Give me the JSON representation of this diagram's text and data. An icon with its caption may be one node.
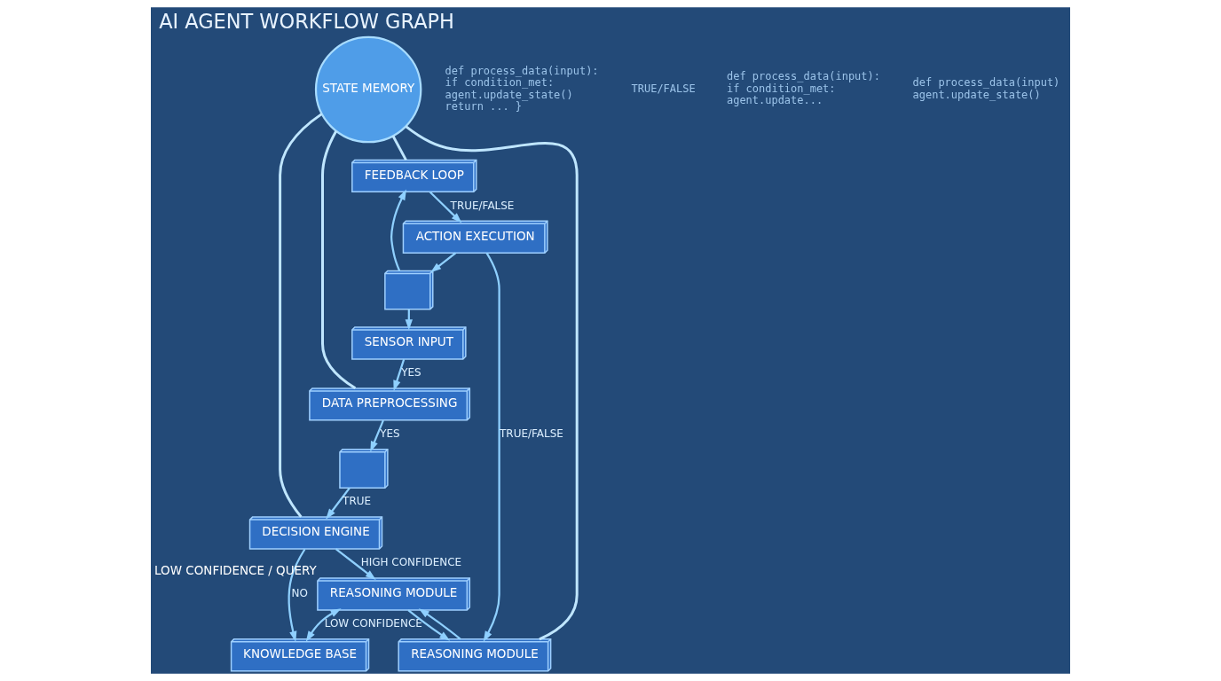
{
  "diagram": {
    "title": "AI AGENT WORKFLOW GRAPH",
    "nodes": [
      {
        "text": [
          "KNOWLEDGE BASE"
        ]
      },
      {
        "text": [],
        "shape": "box"
      },
      {
        "text": [
          "DATA PREPROCESSING"
        ]
      },
      {
        "text": [
          "DECISION ENGINE"
        ]
      },
      {
        "text": [
          "SENSOR INPUT"
        ]
      },
      {
        "text": [
          "REASONING MODULE"
        ],
        "beside": [
          "LOW CONFIDENCE / QUERY"
        ]
      },
      {
        "text": [
          "STATE MEMORY"
        ]
      },
      {
        "text": [
          "FEEDBACK LOOP"
        ]
      },
      {
        "text": [
          "ACTION EXECUTION"
        ]
      },
      {
        "text": [
          "REASONING MODULE"
        ]
      },
      {
        "text": [],
        "shape": "box"
      }
    ],
    "edges": [
      {
        "from": 4,
        "to": 2,
        "arrow": "to",
        "label": "YES"
      },
      {
        "from": 2,
        "to": 1,
        "arrow": "to",
        "label": "YES"
      },
      {
        "from": 1,
        "to": 3,
        "arrow": "to",
        "label": "TRUE"
      },
      {
        "from": 3,
        "to": 0,
        "arrow": "to",
        "label": "NO"
      },
      {
        "from": 3,
        "to": 5,
        "arrow": "to",
        "label": "HIGH CONFIDENCE"
      },
      {
        "from": 5,
        "to": 0,
        "arrow": "both",
        "label": "LOW CONFIDENCE"
      },
      {
        "from": 5,
        "to": 9,
        "arrow": "to"
      },
      {
        "from": 9,
        "to": 5,
        "arrow": "to"
      },
      {
        "from": 8,
        "to": 9,
        "arrow": "to",
        "label": "TRUE/FALSE"
      },
      {
        "from": 7,
        "to": 8,
        "arrow": "to",
        "label": "TRUE/FALSE"
      },
      {
        "from": 10,
        "to": 7,
        "arrow": "to"
      },
      {
        "from": 8,
        "to": 10,
        "arrow": "to"
      },
      {
        "from": 10,
        "to": 4,
        "arrow": "to"
      },
      {
        "from": 6,
        "to": 2,
        "arrow": "none"
      },
      {
        "from": 6,
        "to": 3,
        "arrow": "none"
      },
      {
        "from": 6,
        "to": 7,
        "arrow": "none"
      },
      {
        "from": 6,
        "to": 9,
        "arrow": "none"
      }
    ],
    "labels": [
      "def process_data(input): if condition_met: agent.update_state() return ... }",
      "TRUE/FALSE",
      "def process_data(input): if condition_met: agent.update...",
      "def process_data(input) agent.update_state()"
    ]
  }
}
